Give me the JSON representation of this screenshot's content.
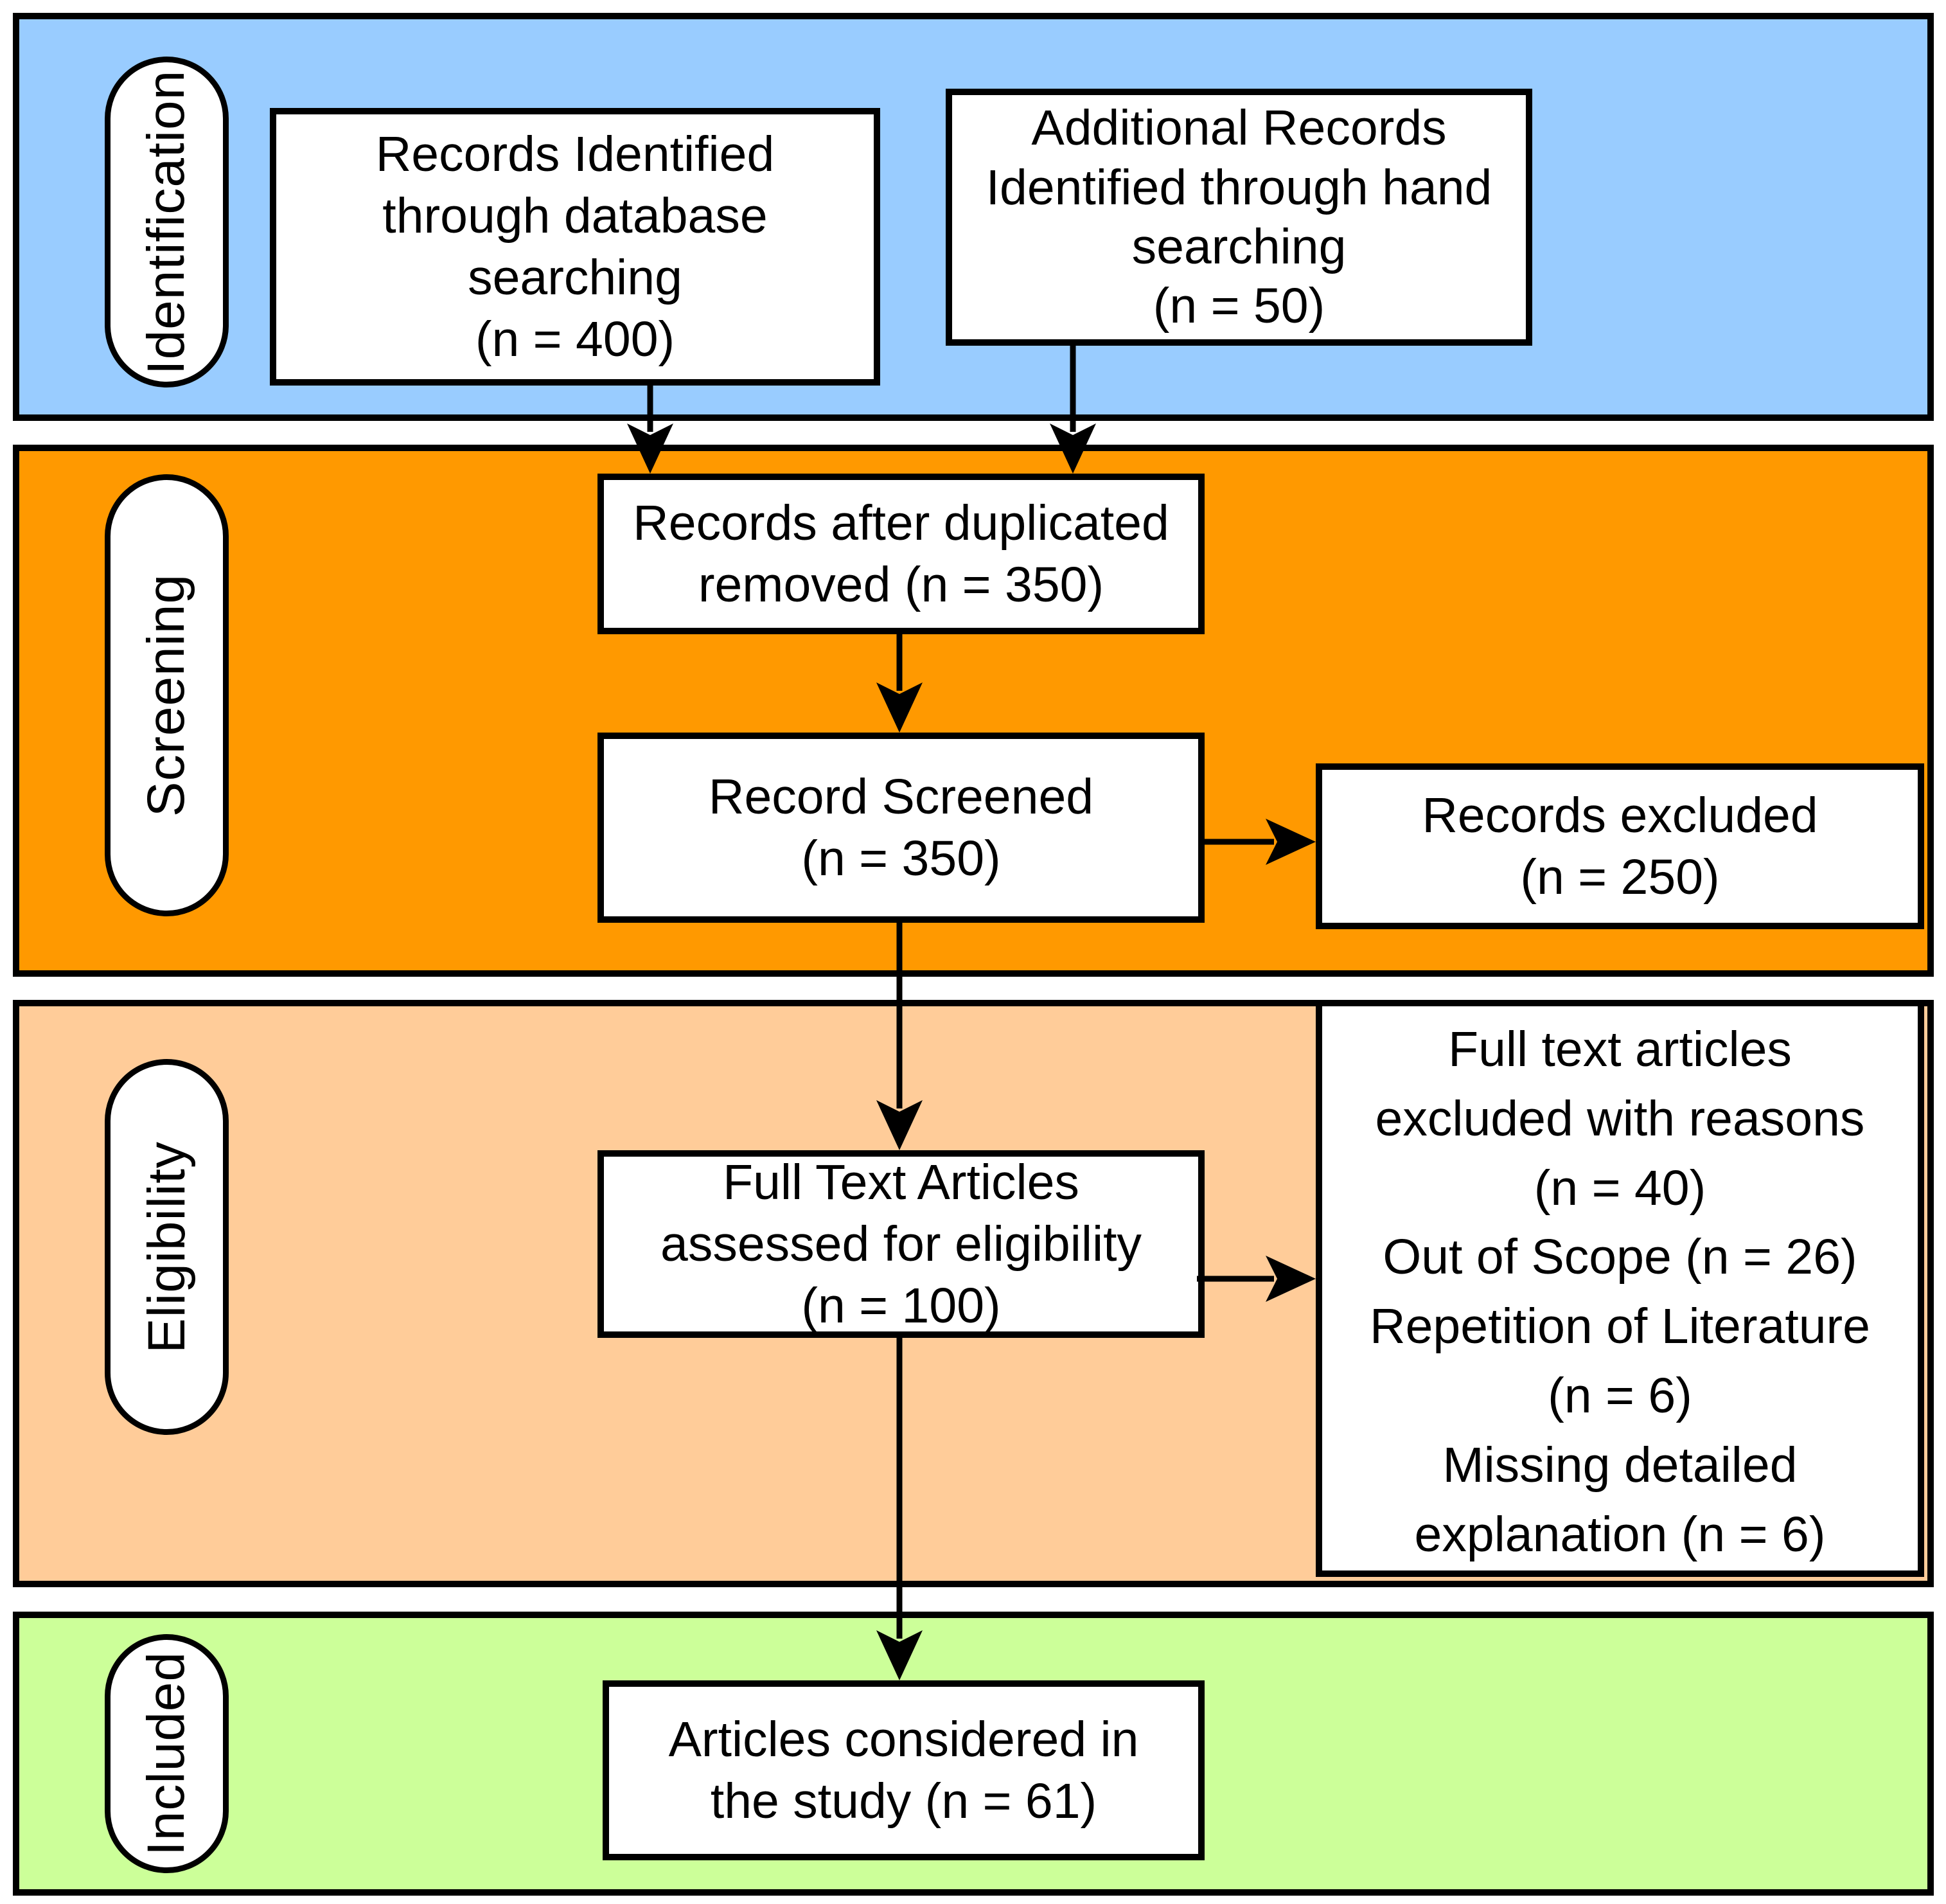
{
  "stages": {
    "identification": {
      "label": "Identification",
      "color": "#99CCFF"
    },
    "screening": {
      "label": "Screening",
      "color": "#FF9900"
    },
    "eligibility": {
      "label": "Eligibility",
      "color": "#FFCC99"
    },
    "included": {
      "label": "Included",
      "color": "#CCFF99"
    }
  },
  "boxes": {
    "database_search": {
      "lines": [
        "Records Identified",
        "through database",
        "searching",
        "(n = 400)"
      ]
    },
    "hand_search": {
      "lines": [
        "Additional Records",
        "Identified through hand",
        "searching",
        "(n = 50)"
      ]
    },
    "deduplicated": {
      "lines": [
        "Records after duplicated",
        "removed (n = 350)"
      ]
    },
    "screened": {
      "lines": [
        "Record Screened",
        "(n = 350)"
      ]
    },
    "records_excluded": {
      "lines": [
        "Records excluded",
        "(n = 250)"
      ]
    },
    "full_text_assessed": {
      "lines": [
        "Full Text Articles",
        "assessed for eligibility",
        "(n = 100)"
      ]
    },
    "full_text_excluded": {
      "lines": [
        "Full text articles",
        "excluded with reasons",
        "(n = 40)",
        "Out of Scope (n = 26)",
        "Repetition of Literature",
        "(n = 6)",
        "Missing detailed",
        "explanation (n = 6)"
      ]
    },
    "included_articles": {
      "lines": [
        "Articles considered in",
        "the study (n = 61)"
      ]
    }
  }
}
